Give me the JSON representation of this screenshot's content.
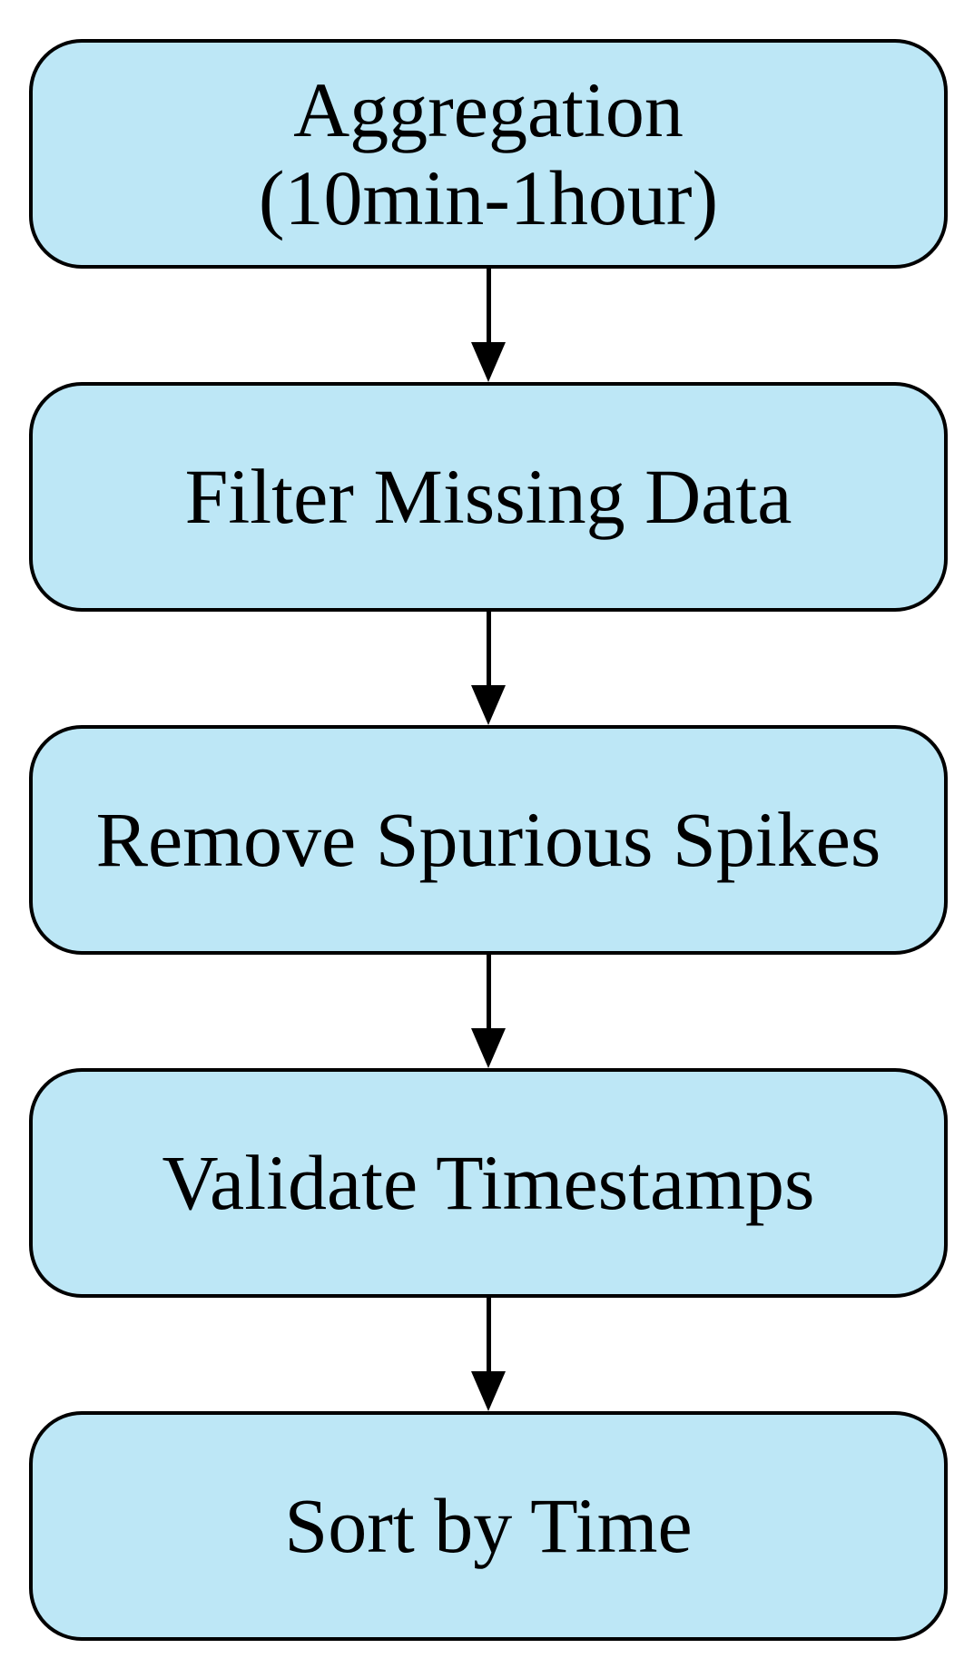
{
  "diagram": {
    "type": "flowchart",
    "direction": "top-to-bottom",
    "colors": {
      "background": "#ffffff",
      "node_fill": "#bde7f6",
      "node_border": "#000000",
      "text": "#000000",
      "arrow": "#000000"
    },
    "steps": [
      {
        "id": 1,
        "lines": [
          "Aggregation",
          "(10min-1hour)"
        ]
      },
      {
        "id": 2,
        "lines": [
          "Filter Missing Data"
        ]
      },
      {
        "id": 3,
        "lines": [
          "Remove Spurious Spikes"
        ]
      },
      {
        "id": 4,
        "lines": [
          "Validate Timestamps"
        ]
      },
      {
        "id": 5,
        "lines": [
          "Sort by Time"
        ]
      }
    ],
    "connections": [
      {
        "from": 1,
        "to": 2,
        "style": "arrow-down"
      },
      {
        "from": 2,
        "to": 3,
        "style": "arrow-down"
      },
      {
        "from": 3,
        "to": 4,
        "style": "arrow-down"
      },
      {
        "from": 4,
        "to": 5,
        "style": "arrow-down"
      }
    ]
  }
}
